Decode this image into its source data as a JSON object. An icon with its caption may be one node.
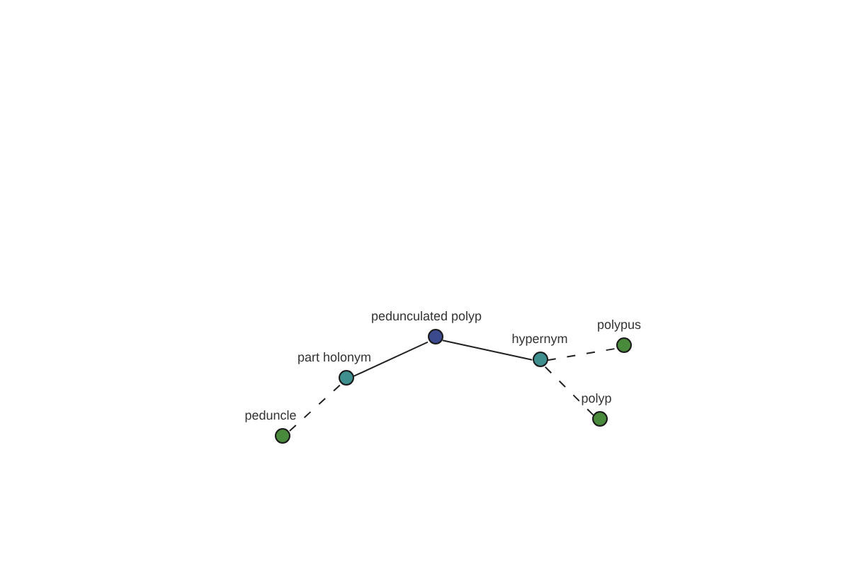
{
  "diagram": {
    "nodes": [
      {
        "text": [
          "pedunculated polyp"
        ]
      },
      {
        "text": [
          "part holonym"
        ]
      },
      {
        "text": [
          "hypernym"
        ]
      },
      {
        "text": [
          "peduncle"
        ]
      },
      {
        "text": [
          "polypus"
        ]
      },
      {
        "text": [
          "polyp"
        ]
      }
    ],
    "edges": [
      {
        "from": 0,
        "to": 1,
        "arrow": "none"
      },
      {
        "from": 0,
        "to": 2,
        "arrow": "none"
      },
      {
        "from": 1,
        "to": 3,
        "arrow": "none",
        "style": "dashed"
      },
      {
        "from": 2,
        "to": 4,
        "arrow": "none",
        "style": "dashed"
      },
      {
        "from": 2,
        "to": 5,
        "arrow": "none",
        "style": "dashed"
      }
    ]
  }
}
